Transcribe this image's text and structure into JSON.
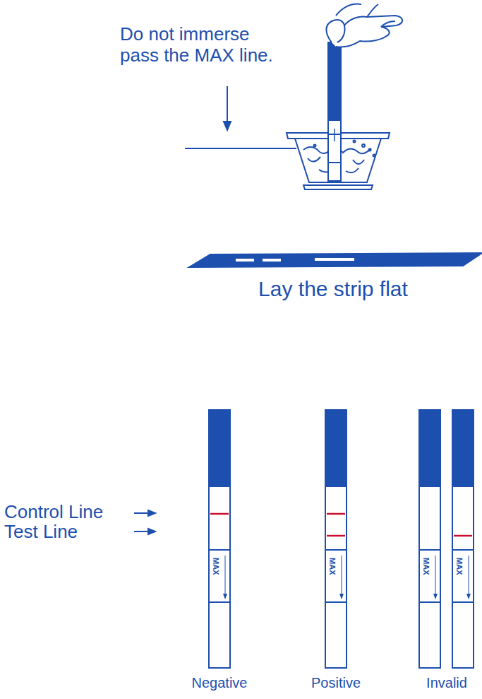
{
  "diagram": {
    "labels": [
      "Do not immerse pass the MAX line.",
      "Lay the strip flat",
      "Control Line",
      "Test Line",
      "MAX",
      "MAX",
      "MAX",
      "MAX",
      "Negative",
      "Positive",
      "Invalid"
    ]
  }
}
